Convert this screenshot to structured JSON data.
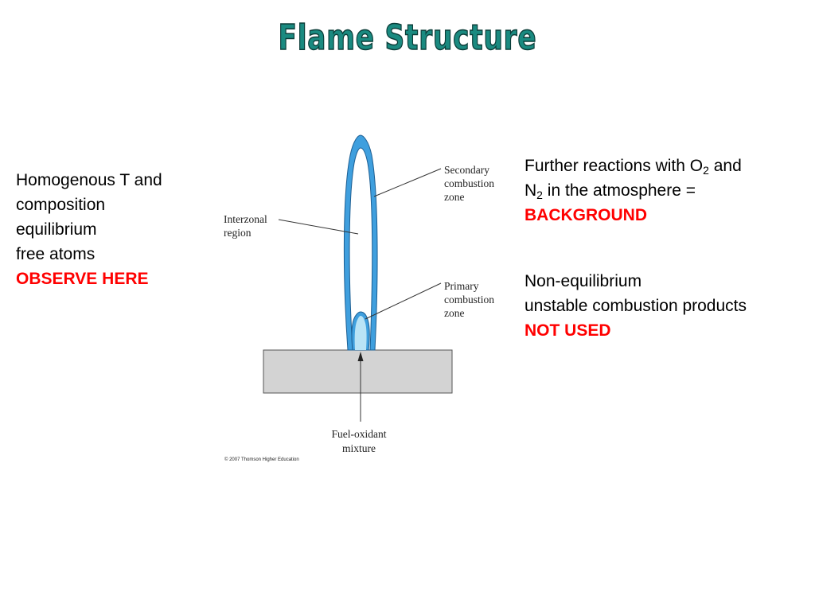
{
  "title": "Flame Structure",
  "left_text": {
    "lines": [
      "Homogenous T and",
      "composition",
      "equilibrium",
      "free atoms"
    ],
    "highlight": "OBSERVE HERE"
  },
  "right_text_1": {
    "line1_before": "Further reactions with O",
    "line1_sub": "2",
    "line1_after": " and",
    "line2_before": "N",
    "line2_sub": "2",
    "line2_after": " in the atmosphere =",
    "highlight": "BACKGROUND"
  },
  "right_text_2": {
    "lines": [
      "Non-equilibrium",
      "unstable combustion products"
    ],
    "highlight": "NOT USED"
  },
  "diagram": {
    "interzonal": [
      "Interzonal",
      "region"
    ],
    "secondary": [
      "Secondary",
      "combustion",
      "zone"
    ],
    "primary": [
      "Primary",
      "combustion",
      "zone"
    ],
    "fuel": [
      "Fuel-oxidant",
      "mixture"
    ],
    "copyright": "© 2007 Thomson Higher Education"
  },
  "colors": {
    "title": "#1a8a80",
    "highlight": "#ff0000",
    "flame_outer": "#3f9fde",
    "flame_inner": "#b9e3f6",
    "burner": "#d3d3d3"
  }
}
